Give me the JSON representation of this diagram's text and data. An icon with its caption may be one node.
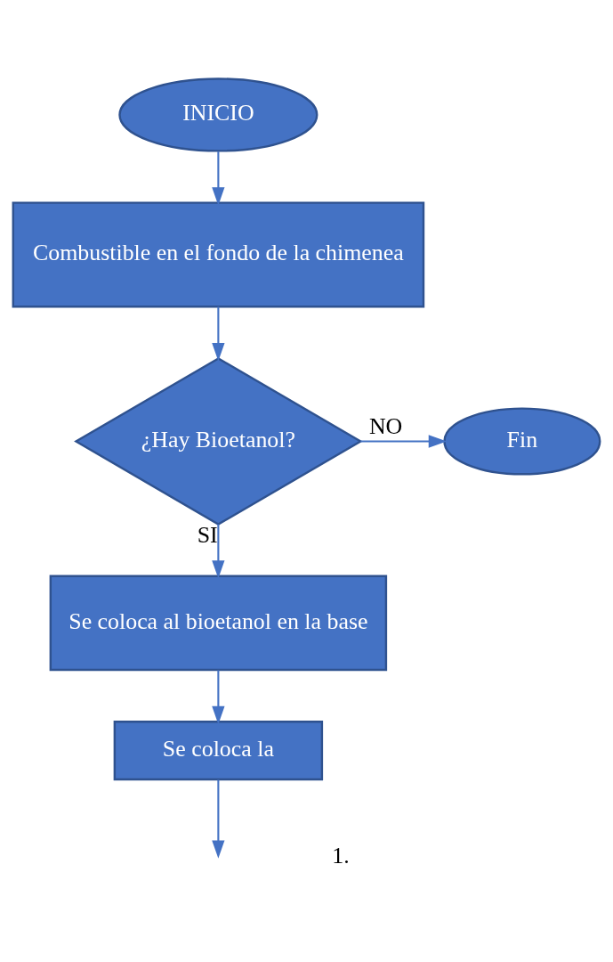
{
  "diagram": {
    "nodes": [
      {
        "text": [
          "INICIO"
        ]
      },
      {
        "text": [
          "Combustible en el fondo de la chimenea"
        ]
      },
      {
        "text": [
          "¿Hay Bioetanol?"
        ]
      },
      {
        "text": [
          "Fin"
        ]
      },
      {
        "text": [
          "Se coloca al bioetanol en la base"
        ]
      },
      {
        "text": [
          "Se coloca la"
        ]
      }
    ],
    "edges": [
      {
        "from": 0,
        "to": 1,
        "arrow": "to"
      },
      {
        "from": 1,
        "to": 2,
        "arrow": "to"
      },
      {
        "from": 2,
        "to": 3,
        "arrow": "to",
        "label": "NO"
      },
      {
        "from": 2,
        "to": 4,
        "arrow": "to",
        "label": "SI"
      },
      {
        "from": 4,
        "to": 5,
        "arrow": "to"
      },
      {
        "from": 5,
        "to": null,
        "arrow": "to"
      }
    ],
    "labels": [
      "1."
    ]
  }
}
